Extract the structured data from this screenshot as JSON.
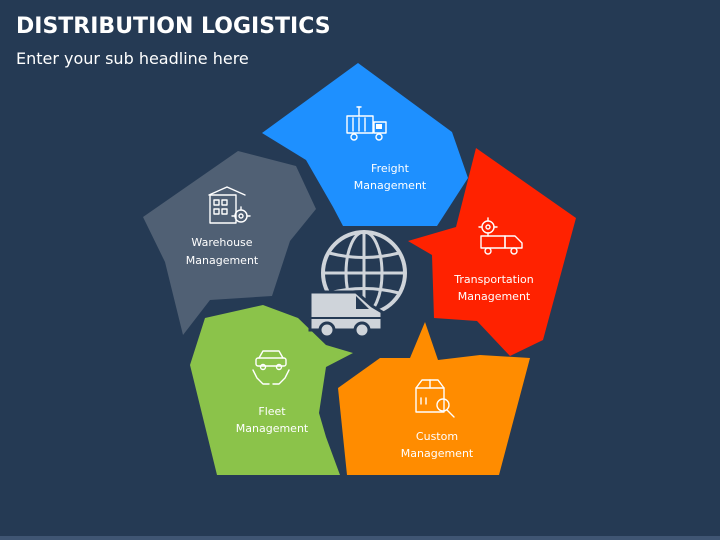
{
  "header": {
    "title": "DISTRIBUTION LOGISTICS",
    "subtitle": "Enter your sub headline here"
  },
  "segments": [
    {
      "id": "freight",
      "line1": "Freight",
      "line2": "Management",
      "color": "#1e90ff",
      "icon": "cargo-truck-icon"
    },
    {
      "id": "transportation",
      "line1": "Transportation",
      "line2": "Management",
      "color": "#ff2200",
      "icon": "delivery-truck-gear-icon"
    },
    {
      "id": "custom",
      "line1": "Custom",
      "line2": "Management",
      "color": "#ff8c00",
      "icon": "package-search-icon"
    },
    {
      "id": "fleet",
      "line1": "Fleet",
      "line2": "Management",
      "color": "#8bc34a",
      "icon": "car-hands-icon"
    },
    {
      "id": "warehouse",
      "line1": "Warehouse",
      "line2": "Management",
      "color": "#506074",
      "icon": "warehouse-gear-icon"
    }
  ],
  "center": {
    "icon": "globe-van-icon",
    "color": "#cfd4da"
  }
}
